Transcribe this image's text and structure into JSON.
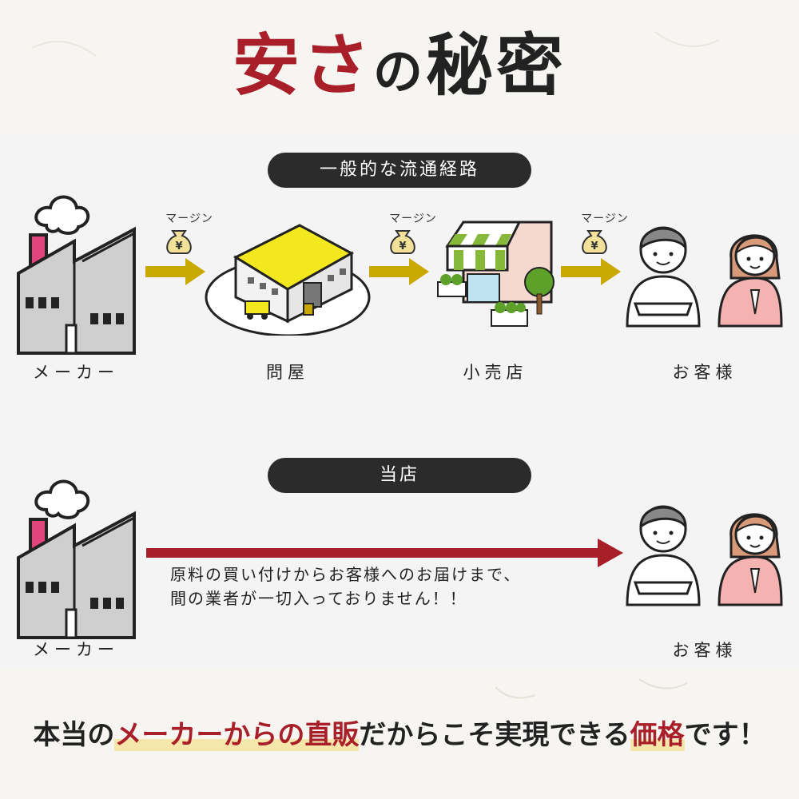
{
  "title": {
    "part1": "安さ",
    "part2": "の",
    "part3": "秘密"
  },
  "route_general": {
    "heading": "一般的な流通経路",
    "maker_label": "メーカー",
    "wholesaler_label": "問屋",
    "retailer_label": "小売店",
    "customer_label": "お客様",
    "margin_label": "マージン",
    "yen_symbol": "¥"
  },
  "route_ours": {
    "heading": "当店",
    "maker_label": "メーカー",
    "customer_label": "お客様",
    "description_line1": "原料の買い付けからお客様へのお届けまで、",
    "description_line2": "間の業者が一切入っておりません！！"
  },
  "tagline": {
    "before": "本当の",
    "highlight1": "メーカーからの直販",
    "middle": "だからこそ実現できる",
    "highlight2": "価格",
    "after": "です！"
  },
  "colors": {
    "accent_red": "#a81e29",
    "arrow_gold": "#c9a800",
    "pill_dark": "#2b2b2b",
    "roof_yellow": "#f3e81e",
    "awning_green": "#86b83a"
  }
}
